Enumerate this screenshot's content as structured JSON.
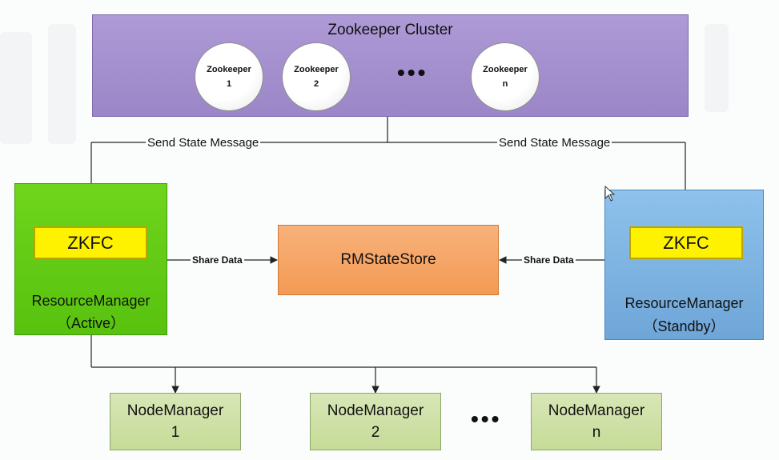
{
  "zookeeper_cluster": {
    "title": "Zookeeper Cluster",
    "nodes": [
      {
        "name": "Zookeeper",
        "index": "1"
      },
      {
        "name": "Zookeeper",
        "index": "2"
      },
      {
        "name": "Zookeeper",
        "index": "n"
      }
    ],
    "ellipsis": "•••"
  },
  "edges": {
    "send_state_left": "Send State Message",
    "send_state_right": "Send State Message",
    "share_data_left": "Share Data",
    "share_data_right": "Share Data"
  },
  "rm_active": {
    "zkfc": "ZKFC",
    "label": "ResourceManager",
    "state": "（Active）"
  },
  "rm_standby": {
    "zkfc": "ZKFC",
    "label": "ResourceManager",
    "state": "（Standby）"
  },
  "state_store": {
    "label": "RMStateStore"
  },
  "node_managers": {
    "items": [
      {
        "name": "NodeManager",
        "index": "1"
      },
      {
        "name": "NodeManager",
        "index": "2"
      },
      {
        "name": "NodeManager",
        "index": "n"
      }
    ],
    "ellipsis": "•••"
  },
  "colors": {
    "zk_cluster": "#a592cf",
    "rm_active": "#62cc14",
    "rm_standby": "#7fb3e2",
    "zkfc": "#fff200",
    "state_store": "#f5a766",
    "node_manager": "#cfe1a6"
  }
}
